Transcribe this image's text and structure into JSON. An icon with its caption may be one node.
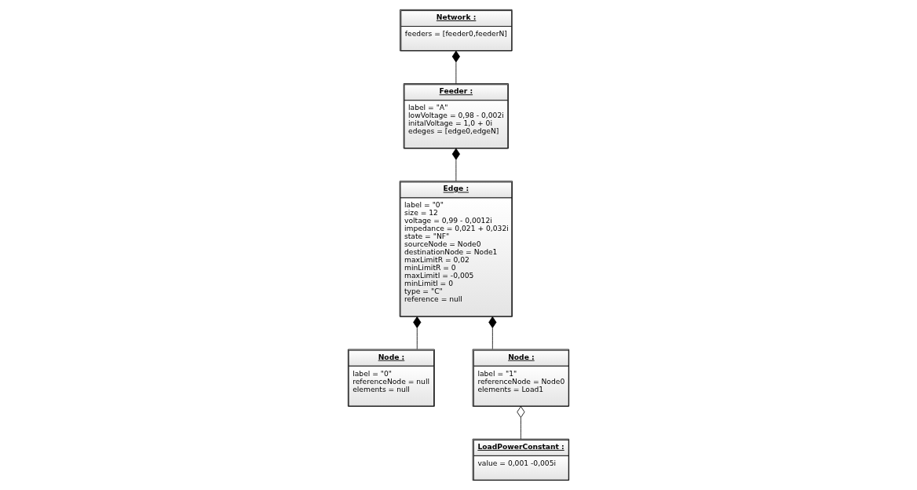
{
  "diagram": {
    "nodes": [
      {
        "text": [
          "Edge :",
          "label = \"0\"",
          "size = 12",
          "voltage = 0,99 - 0,0012i",
          "impedance = 0,021 + 0,032i",
          "state = \"NF\"",
          "sourceNode = Node0",
          "destinationNode = Node1",
          "maxLimitR = 0,02",
          "minLimitR = 0",
          "maxLimitI = -0,005",
          "minLimitI = 0",
          "type = \"C\"",
          "reference = null"
        ]
      },
      {
        "text": [
          "Node :",
          "label = \"0\"",
          "referenceNode = null",
          "elements = null"
        ]
      },
      {
        "text": [
          "Feeder :",
          "label = \"A\"",
          "lowVoltage = 0,98 - 0,002i",
          "initalVoltage = 1,0 + 0i",
          "edeges = [edge0,edgeN]"
        ]
      },
      {
        "text": [
          "Node :",
          "label = \"1\"",
          "referenceNode = Node0",
          "elements = Load1"
        ]
      },
      {
        "text": [
          "Network :",
          "feeders = [feeder0,feederN]"
        ]
      },
      {
        "text": [
          "LoadPowerConstant :",
          "value = 0,001 -0,005i"
        ]
      }
    ],
    "edges": [
      {
        "from": 2,
        "to": 0,
        "arrow": "other"
      },
      {
        "from": 0,
        "to": 1,
        "arrow": "other"
      },
      {
        "from": 0,
        "to": 3,
        "arrow": "other"
      },
      {
        "from": 4,
        "to": 2,
        "arrow": "other"
      },
      {
        "from": 3,
        "to": 5,
        "arrow": "other"
      }
    ]
  }
}
